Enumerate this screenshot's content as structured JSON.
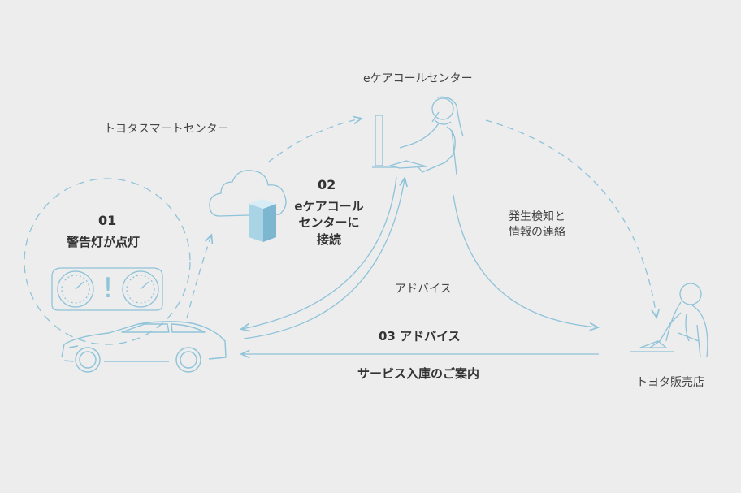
{
  "labels": {
    "ecare_center": "eケアコールセンター",
    "toyota_smart_center": "トヨタスマートセンター",
    "dealer": "トヨタ販売店",
    "detect_line1": "発生検知と",
    "detect_line2": "情報の連絡",
    "advice": "アドバイス"
  },
  "steps": {
    "step1_num": "01",
    "step1_text": "警告灯が点灯",
    "step2_num": "02",
    "step2_line1": "eケアコール",
    "step2_line2": "センターに",
    "step2_line3": "接続",
    "step3": "03 アドバイス",
    "service": "サービス入庫のご案内"
  },
  "colors": {
    "line": "#8ec3d9",
    "background": "#ededed",
    "box_face": "#a9d4e6",
    "box_top": "#d6edf6",
    "box_side": "#7db7cf"
  }
}
